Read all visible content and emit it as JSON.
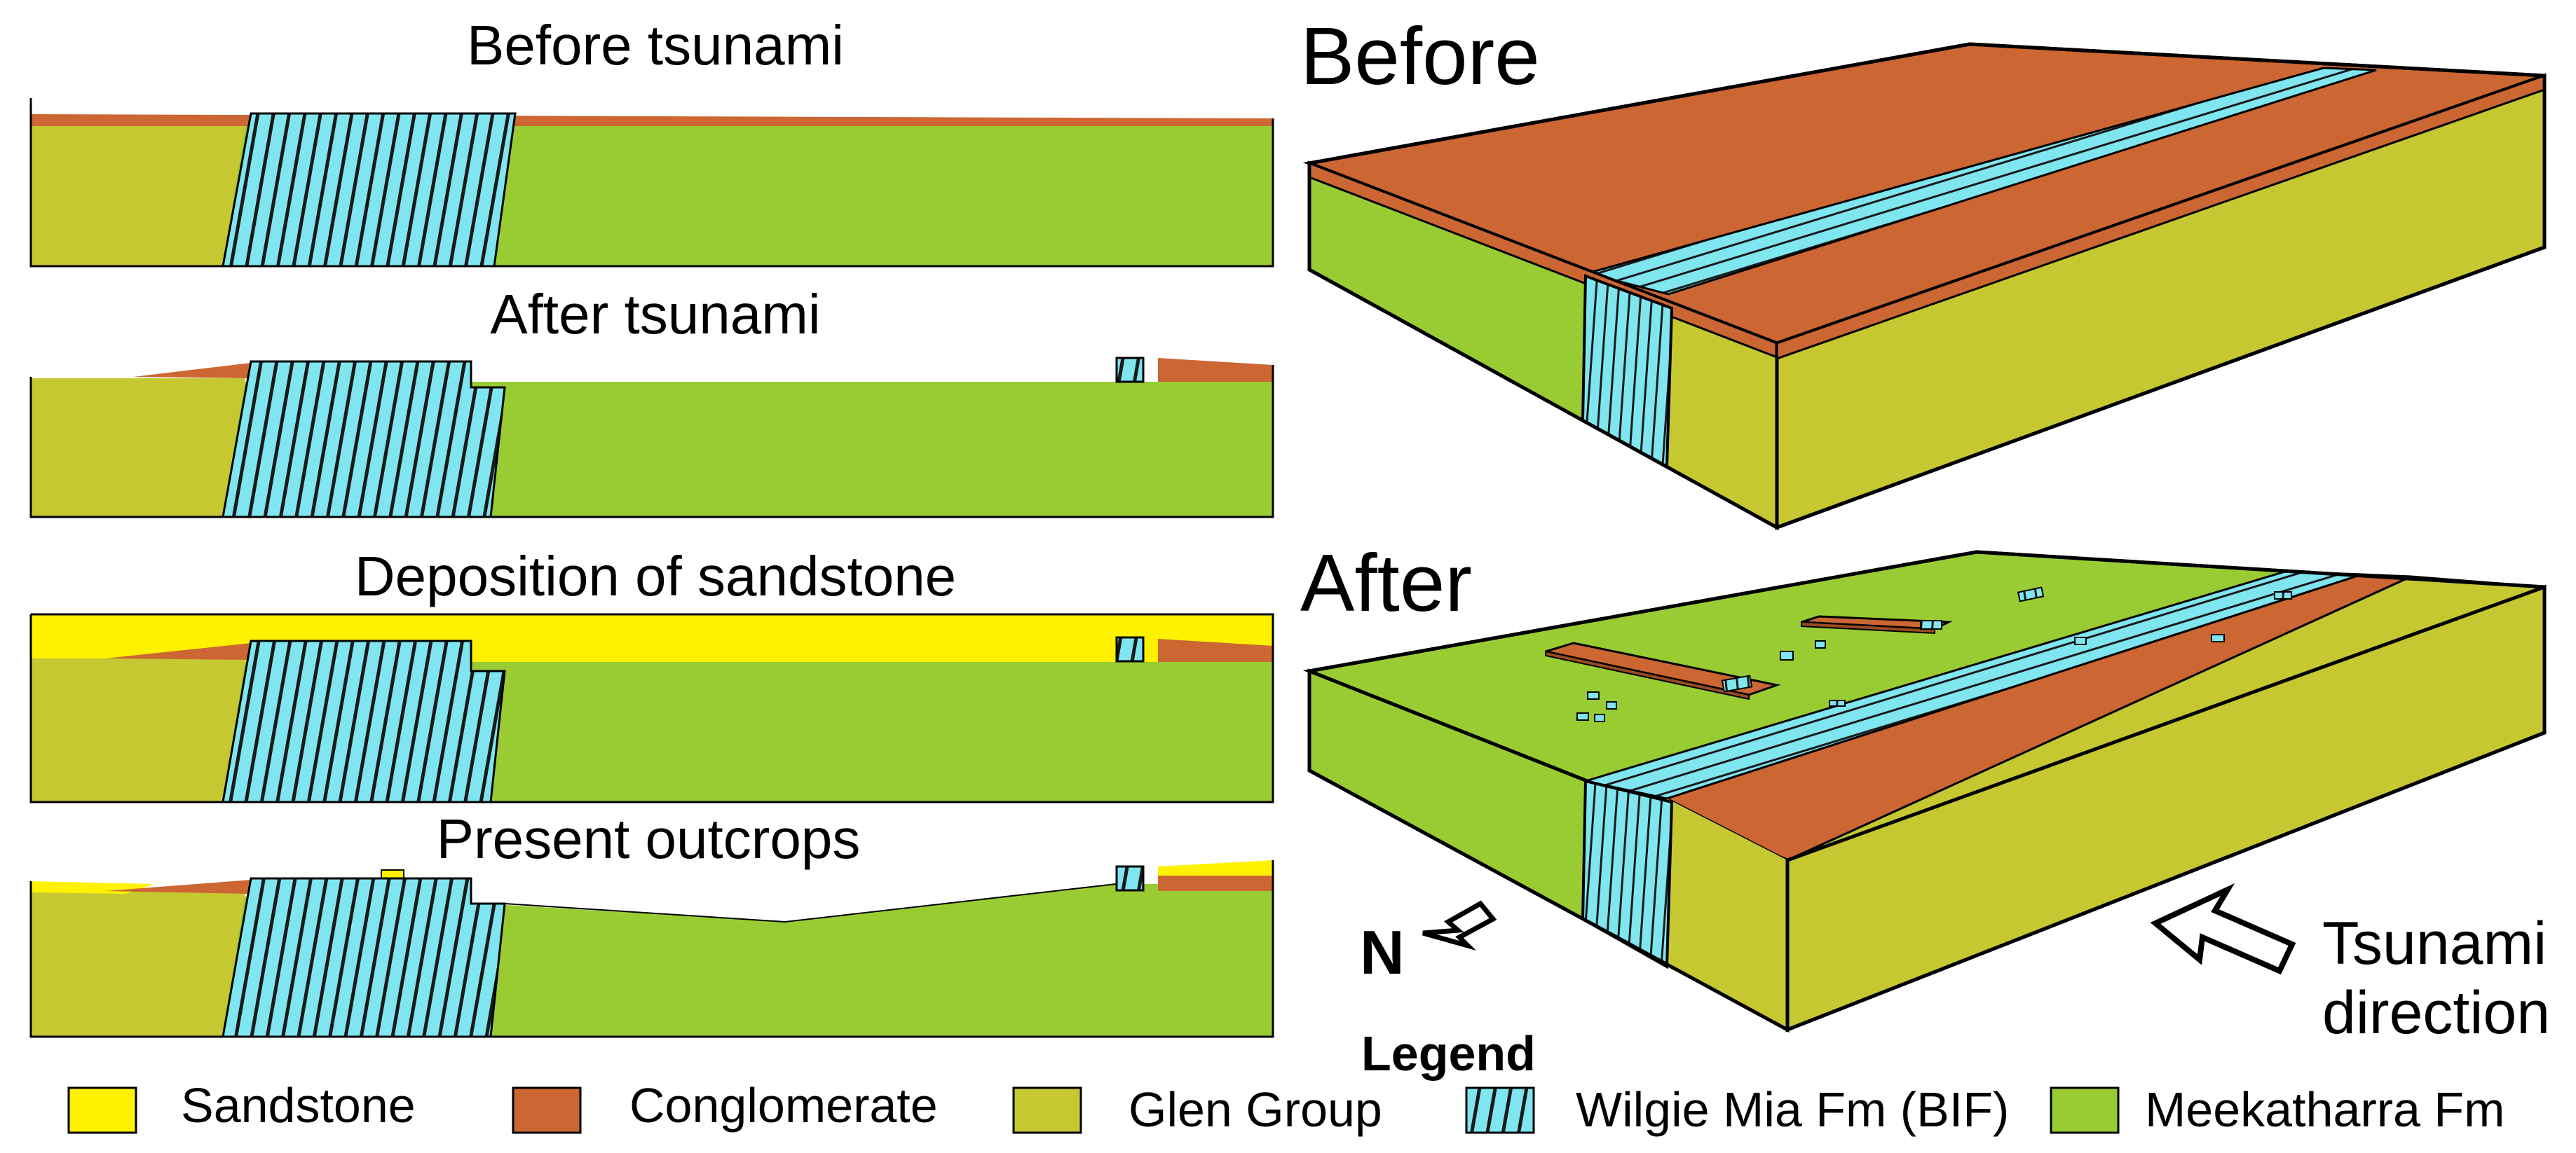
{
  "cross_sections": {
    "before_title": "Before tsunami",
    "after_title": "After tsunami",
    "deposition_title": "Deposition of sandstone",
    "present_title": "Present outcrops"
  },
  "block_diagrams": {
    "before_label": "Before",
    "after_label": "After",
    "north_label": "N",
    "tsunami_line1": "Tsunami",
    "tsunami_line2": "direction"
  },
  "legend": {
    "title": "Legend",
    "items": [
      {
        "label": "Sandstone",
        "color": "#fff200"
      },
      {
        "label": "Conglomerate",
        "color": "#cc6633"
      },
      {
        "label": "Glen Group",
        "color": "#c6c832"
      },
      {
        "label": "Wilgie Mia Fm (BIF)",
        "color": "#7fe6f0"
      },
      {
        "label": "Meekatharra Fm",
        "color": "#99cc33"
      }
    ]
  },
  "colors": {
    "sandstone": "#fff200",
    "conglomerate": "#cc6633",
    "glen_group": "#c6c832",
    "bif": "#7fe6f0",
    "meekatharra": "#99cc33"
  }
}
